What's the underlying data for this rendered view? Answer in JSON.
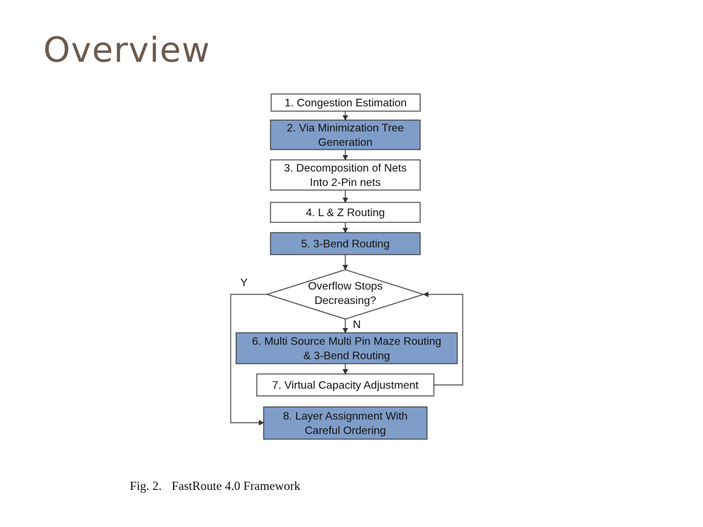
{
  "slide": {
    "title": "Overview"
  },
  "flowchart": {
    "steps": [
      {
        "id": "s1",
        "lines": [
          "1. Congestion Estimation"
        ],
        "highlight": false
      },
      {
        "id": "s2",
        "lines": [
          "2. Via Minimization Tree",
          "Generation"
        ],
        "highlight": true
      },
      {
        "id": "s3",
        "lines": [
          "3. Decomposition of Nets",
          "Into 2-Pin nets"
        ],
        "highlight": false
      },
      {
        "id": "s4",
        "lines": [
          "4. L & Z Routing"
        ],
        "highlight": false
      },
      {
        "id": "s5",
        "lines": [
          "5. 3-Bend Routing"
        ],
        "highlight": true
      },
      {
        "id": "s6",
        "lines": [
          "6. Multi Source Multi Pin Maze Routing",
          "& 3-Bend Routing"
        ],
        "highlight": true
      },
      {
        "id": "s7",
        "lines": [
          "7. Virtual Capacity Adjustment"
        ],
        "highlight": false
      },
      {
        "id": "s8",
        "lines": [
          "8. Layer Assignment With",
          "Careful Ordering"
        ],
        "highlight": true
      }
    ],
    "decision": {
      "lines": [
        "Overflow Stops",
        "Decreasing?"
      ]
    },
    "yes_label": "Y",
    "no_label": "N",
    "colors": {
      "highlight_fill": "#7f9dc9",
      "plain_fill": "#ffffff",
      "stroke": "#333333"
    }
  },
  "caption": {
    "fig_label": "Fig.  2.",
    "text": "FastRoute 4.0 Framework"
  }
}
